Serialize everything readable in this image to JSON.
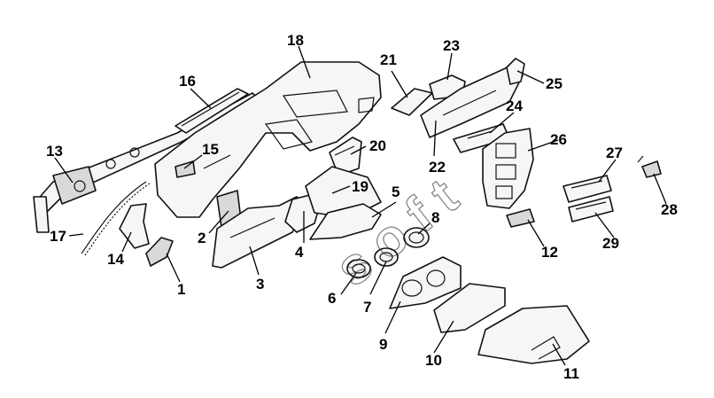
{
  "figure": {
    "watermark": "s o f t"
  },
  "callouts": {
    "c1": "1",
    "c2": "2",
    "c3": "3",
    "c4": "4",
    "c5": "5",
    "c6": "6",
    "c7": "7",
    "c8": "8",
    "c9": "9",
    "c10": "10",
    "c11": "11",
    "c12": "12",
    "c13": "13",
    "c14": "14",
    "c15": "15",
    "c16": "16",
    "c17": "17",
    "c18": "18",
    "c19": "19",
    "c20": "20",
    "c21": "21",
    "c22": "22",
    "c23": "23",
    "c24": "24",
    "c25": "25",
    "c26": "26",
    "c27": "27",
    "c28": "28",
    "c29": "29"
  }
}
